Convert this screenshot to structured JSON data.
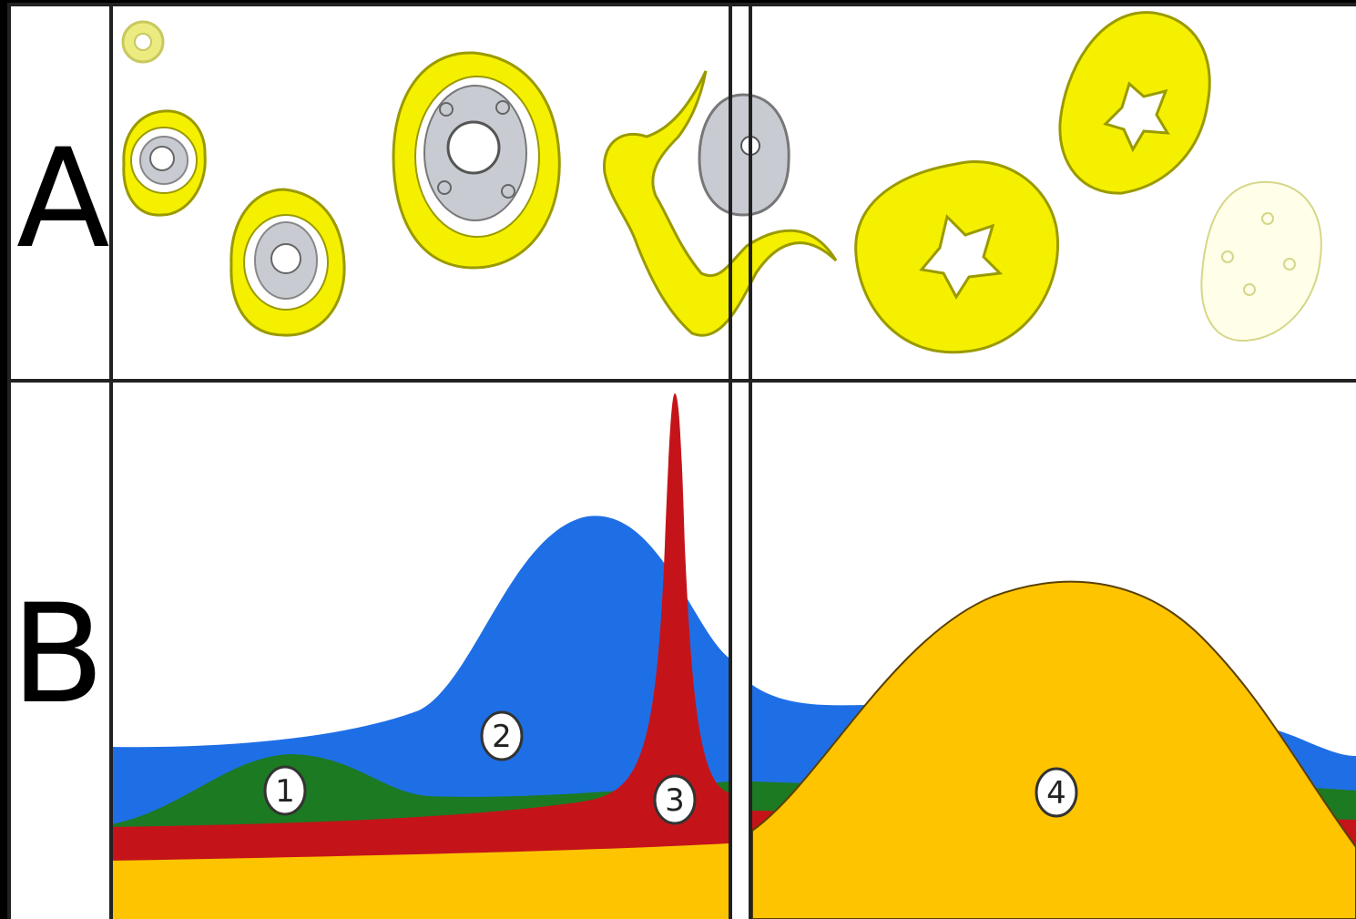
{
  "row_labels": {
    "a": "A",
    "b": "B"
  },
  "markers": [
    "1",
    "2",
    "3",
    "4"
  ],
  "colors": {
    "cell_yellow": "#F5F000",
    "cell_outline": "#9A9A00",
    "nucleus_gray": "#C8CCD2",
    "layer_blue": "#1E6FE6",
    "layer_green": "#1C7A22",
    "layer_red": "#C4141A",
    "layer_gold": "#FFC400"
  }
}
